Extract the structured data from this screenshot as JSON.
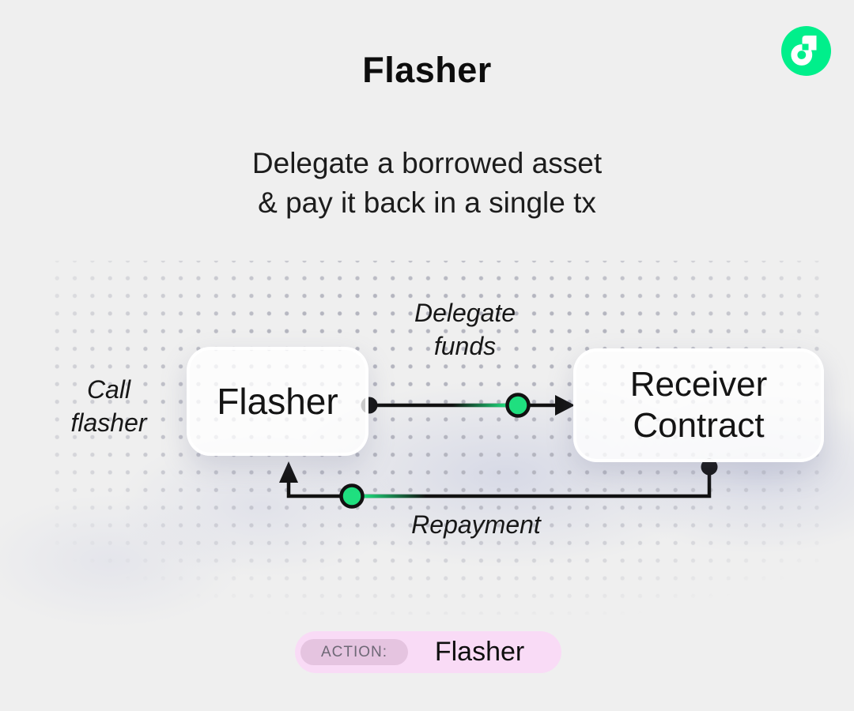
{
  "header": {
    "title": "Flasher",
    "subtitle_line1": "Delegate a borrowed asset",
    "subtitle_line2": "& pay it back in a single tx"
  },
  "logo": {
    "name": "flow-logo"
  },
  "diagram": {
    "flasher_box_label": "Flasher",
    "receiver_box_line1": "Receiver",
    "receiver_box_line2": "Contract",
    "call_label_line1": "Call",
    "call_label_line2": "flasher",
    "delegate_label_line1": "Delegate",
    "delegate_label_line2": "funds",
    "repayment_label": "Repayment"
  },
  "action_bar": {
    "label": "ACTION:",
    "value": "Flasher"
  },
  "colors": {
    "background": "#efefef",
    "accent_green": "#00ef8b",
    "node_green": "#1fdf7f",
    "line_black": "#111111",
    "badge_outer_pink": "#f9dbf6",
    "badge_inner_pink": "#e5c4e0",
    "badge_label_gray": "#6e6876",
    "dot_gray": "#b4b5bf"
  }
}
